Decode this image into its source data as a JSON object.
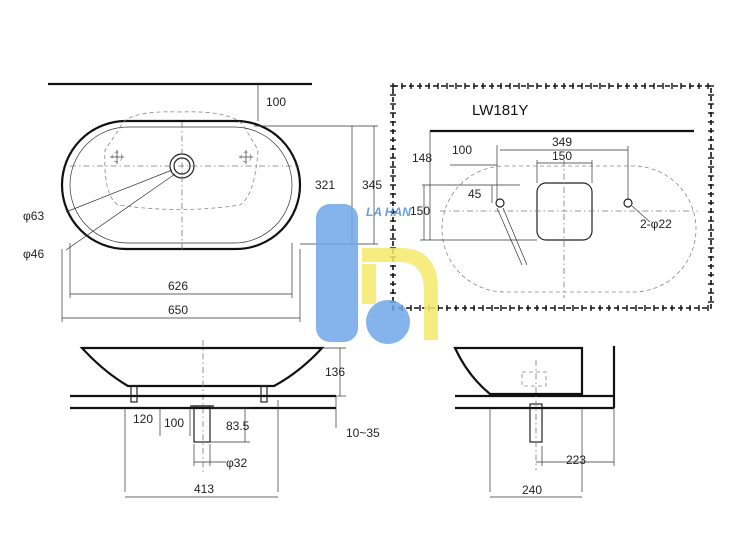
{
  "top_view": {
    "d100": "100",
    "d321": "321",
    "d345": "345",
    "phi63": "φ63",
    "phi46": "φ46",
    "d626": "626",
    "d650": "650"
  },
  "model_box": {
    "title": "LW181Y",
    "d148": "148",
    "d100": "100",
    "d349": "349",
    "d150_top": "150",
    "d45": "45",
    "d150_left": "150",
    "hole_note": "2-φ22"
  },
  "front_view": {
    "d136": "136",
    "d120": "120",
    "d100": "100",
    "d83_5": "83.5",
    "d10_35": "10~35",
    "phi32": "φ32",
    "d413": "413"
  },
  "side_view": {
    "d223": "223",
    "d240": "240"
  },
  "watermark": {
    "text": "LA HAN",
    "colors": {
      "blue": "#6fa8e8",
      "yellow": "#f5e96b"
    }
  }
}
